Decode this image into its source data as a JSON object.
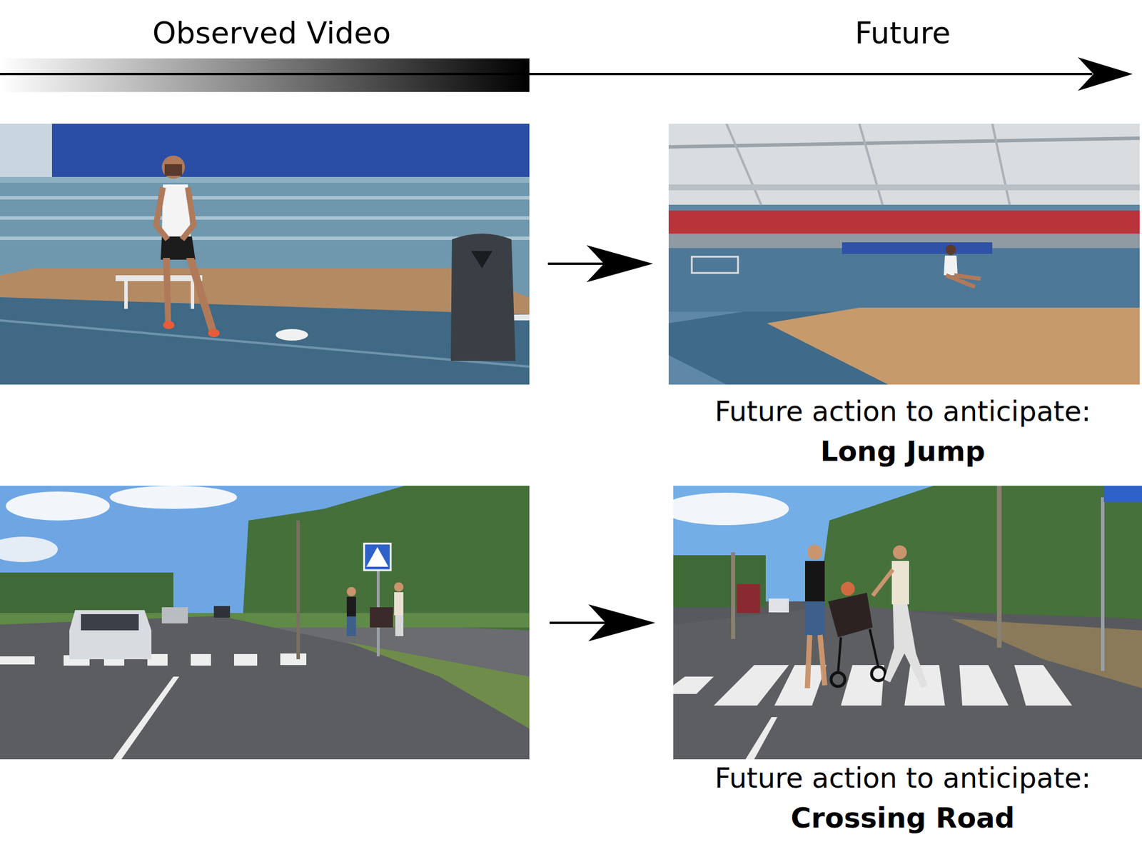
{
  "diagram": {
    "labels": [
      "Observed Video",
      "Future",
      "Future action to anticipate:",
      "Long Jump",
      "Future action to anticipate:",
      "Crossing Road"
    ]
  }
}
